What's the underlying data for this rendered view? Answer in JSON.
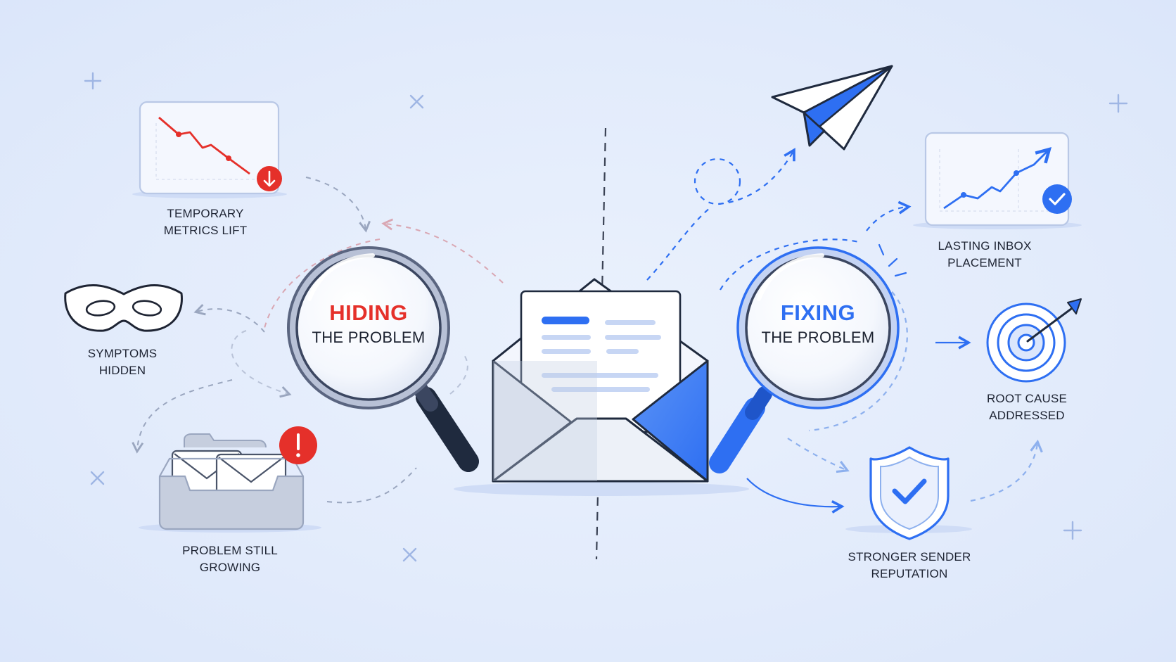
{
  "colors": {
    "background": "#e2ebfb",
    "accent_blue": "#2e6ff2",
    "accent_red": "#e5302a",
    "ink": "#1e2433",
    "muted_gray": "#9aa6bf"
  },
  "left_side": {
    "lens": {
      "line1": "HIDING",
      "line2": "THE PROBLEM"
    },
    "items": [
      {
        "icon": "declining-chart-icon",
        "line1": "TEMPORARY",
        "line2": "METRICS LIFT"
      },
      {
        "icon": "mask-icon",
        "line1": "SYMPTOMS",
        "line2": "HIDDEN"
      },
      {
        "icon": "overflowing-inbox-icon",
        "line1": "PROBLEM STILL",
        "line2": "GROWING"
      }
    ]
  },
  "right_side": {
    "lens": {
      "line1": "FIXING",
      "line2": "THE PROBLEM"
    },
    "items": [
      {
        "icon": "rising-chart-icon",
        "line1": "LASTING INBOX",
        "line2": "PLACEMENT"
      },
      {
        "icon": "target-icon",
        "line1": "ROOT CAUSE",
        "line2": "ADDRESSED"
      },
      {
        "icon": "shield-check-icon",
        "line1": "STRONGER SENDER",
        "line2": "REPUTATION"
      }
    ]
  },
  "icons": {
    "center": "open-envelope-icon",
    "paper_plane": "paper-plane-icon",
    "left_magnifier": "magnifier-icon",
    "right_magnifier": "magnifier-icon",
    "alert": "exclamation-icon",
    "down_arrow": "down-arrow-badge-icon",
    "check_badge": "check-badge-icon"
  }
}
